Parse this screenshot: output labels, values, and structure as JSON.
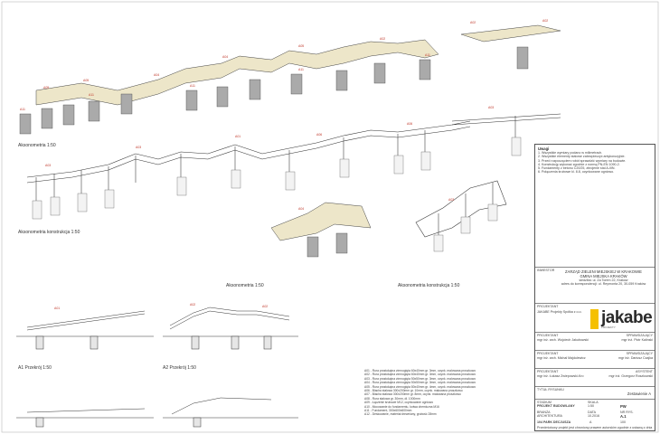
{
  "views": {
    "axo1_label": "Aksonometria  1:50",
    "axo2_label": "Aksonometria konstrukcja  1:50",
    "axo3_label": "Aksonometria  1:50",
    "axo4_label": "Aksonometria konstrukcja  1:50",
    "plan1_label": "A1    Przekrój  1:50",
    "plan2_label": "A2    Przekrój  1:50"
  },
  "title_block": {
    "notes_header": "Uwagi",
    "notes": [
      "1. Wszystkie wymiary podano w milimetrach.",
      "2. Wszystkie elementy stalowe zabezpieczyć antykorozyjnie.",
      "3. Przed rozpoczęciem robót sprawdzić wymiary na budowie.",
      "4. Konstrukcję wykonać zgodnie z normą PN-EN 1090-2.",
      "5. Fundamenty z betonu C20/25, zbrojenie stal A-IIIN.",
      "6. Połączenia śrubowe kl. 8.8, ocynkowane ogniowo."
    ],
    "investor_label": "INWESTOR",
    "investor": [
      "ZARZĄD ZIELENI MIEJSKIEJ W KRAKOWIE",
      "GMINA MIEJSKA KRAKÓW",
      "siedziba: ul. Za Torem 22, Kraków",
      "adres do korespondencji: ul. Reymonta 20, 30-059 Kraków"
    ],
    "designer_label": "PROJEKTANT",
    "designer": [
      "JAKABE Projekty Spółka z o.o."
    ],
    "logo_text": "jakabe",
    "logo_sub": "PROJEKTY",
    "roles": [
      {
        "role": "PROJEKTANT",
        "name": "mgr inż. arch. Wojciech Jakubowski",
        "right_role": "SPRAWDZAJĄCY",
        "right_name": "mgr inż. Piotr Kalinski"
      },
      {
        "role": "PROJEKTANT",
        "name": "mgr inż. arch. Michał Majdulewicz",
        "right_role": "SPRAWDZAJĄCY",
        "right_name": "mgr inż. Dariusz Czajka"
      },
      {
        "role": "PROJEKTANT",
        "name": "mgr inż. Łukasz Zwiepowski-Kro",
        "right_role": "ASYSTENT",
        "right_name": "mgr inż. Grzegorz Roszkowski"
      }
    ],
    "object_label": "TYTUŁ RYSUNKU",
    "object": "Zestawienie A",
    "stage_label": "STADIUM",
    "stage": "PROJEKT BUDOWLANY",
    "branch_label": "BRANŻA",
    "branch": "ARCHITEKTURA",
    "scale_label": "SKALA",
    "scale": "1:50",
    "date_label": "DATA",
    "date": "10.2016",
    "sheet_label": "NR RYS.",
    "sheet": "A.1",
    "code_label": "PW",
    "obj_name": "104 PARK DECJUSZA",
    "rev": "A",
    "count": "100",
    "footer": "Przedmiotowy projekt jest chroniony prawem autorskim zgodnie z ustawą z dnia 4 lutego 1994 roku."
  },
  "legend": [
    "A01 - Rura prostokątna zimnogięta 60x40mm gr. 3mm, ocynk. malowana proszkowo",
    "A02 - Rura prostokątna zimnogięta 60x40mm gr. 3mm, ocynk. malowana proszkowo",
    "A03 - Rura prostokątna zimnogięta 50x50mm gr. 3mm, ocynk. malowana proszkowo",
    "A04 - Rura prostokątna zimnogięta 50x50mm gr. 3mm, ocynk. malowana proszkowo",
    "A05 - Rura prostokątna zimnogięta 80x40mm gr. 4mm, ocynk. malowana proszkowo",
    "A06 - Blacha stalowa 300x200mm gr. 10mm, ocynk. malowana proszkowo",
    "A07 - Blacha stalowa 300x200mm gr. 8mm, ocynk. malowana proszkowo",
    "A08 - Rura stalowa gr. 30mm, dł. 1000mm",
    "A09 - Łączenie śrubowe M12, ocynkowane ogniowo",
    "A10 - Mocowanie do fundamentu, kotwa chemiczna M16",
    "A11 - Fundament, 300x600x600mm",
    "A12 - Deskowanie, materiał drewniany, grubość 28mm"
  ],
  "marker_text": "A02"
}
